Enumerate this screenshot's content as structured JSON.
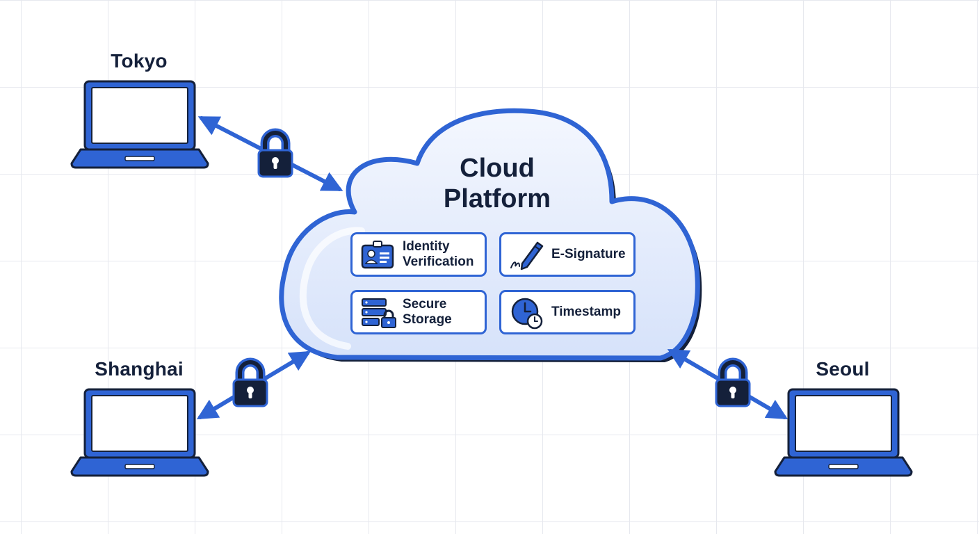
{
  "nodes": {
    "tokyo": {
      "label": "Tokyo"
    },
    "shanghai": {
      "label": "Shanghai"
    },
    "seoul": {
      "label": "Seoul"
    }
  },
  "cloud": {
    "title_line1": "Cloud",
    "title_line2": "Platform",
    "services": {
      "identity": {
        "line1": "Identity",
        "line2": "Verification",
        "icon": "id-card-icon"
      },
      "esignature": {
        "line1": "E-Signature",
        "icon": "pen-signature-icon"
      },
      "storage": {
        "line1": "Secure",
        "line2": "Storage",
        "icon": "server-lock-icon"
      },
      "timestamp": {
        "line1": "Timestamp",
        "icon": "clock-icon"
      }
    }
  },
  "colors": {
    "primary_blue": "#2f64d4",
    "dark_navy": "#14203a",
    "cloud_fill": "#dbe6fb",
    "grid": "#e6e8ee"
  }
}
